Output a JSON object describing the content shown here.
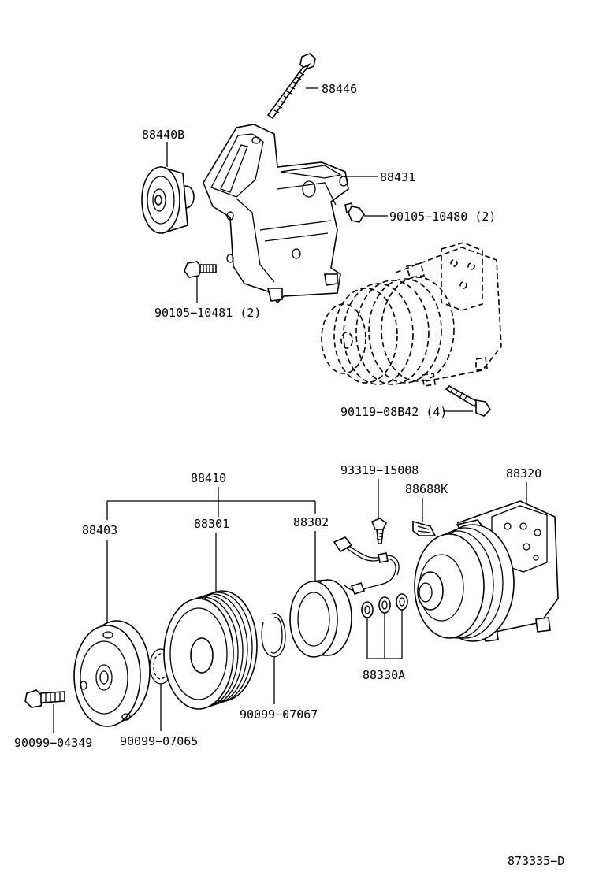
{
  "labels": {
    "p88446": "88446",
    "p88440b": "88440B",
    "p88431": "88431",
    "p90105_10480": "90105−10480 (2)",
    "p90105_10481": "90105−10481 (2)",
    "p90119_08b42": "90119−08B42 (4)",
    "p88410": "88410",
    "p93319_15008": "93319−15008",
    "p88320": "88320",
    "p88688k": "88688K",
    "p88403": "88403",
    "p88301": "88301",
    "p88302": "88302",
    "p88330a": "88330A",
    "p90099_07067": "90099−07067",
    "p90099_04349": "90099−04349",
    "p90099_07065": "90099−07065",
    "diagram_id": "873335−D"
  },
  "icons": [
    "bolt",
    "idler-pulley",
    "bracket",
    "compressor",
    "pressure-plate",
    "snap-ring",
    "pulley",
    "field-coil",
    "shim",
    "wire-connector",
    "clip"
  ]
}
